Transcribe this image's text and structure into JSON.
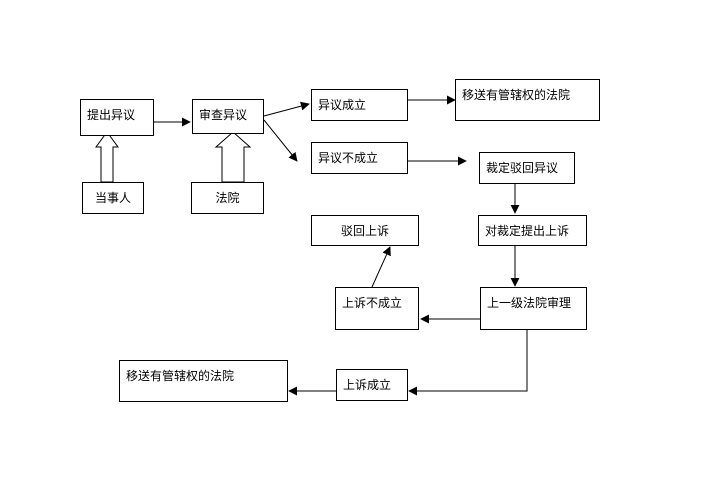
{
  "nodes": {
    "objection": "提出异议",
    "review": "审查异议",
    "party": "当事人",
    "court": "法院",
    "upheld": "异议成立",
    "transfer_top": "移送有管辖权的法院",
    "not_upheld": "异议不成立",
    "ruling_reject": "裁定驳回异议",
    "appeal_ruling": "对裁定提出上诉",
    "reject_appeal": "驳回上诉",
    "superior_review": "上一级法院审理",
    "appeal_not_upheld": "上诉不成立",
    "appeal_upheld": "上诉成立",
    "transfer_bottom": "移送有管辖权的法院"
  },
  "colors": {
    "line": "#000000",
    "box_border": "#000000",
    "background": "#ffffff"
  }
}
